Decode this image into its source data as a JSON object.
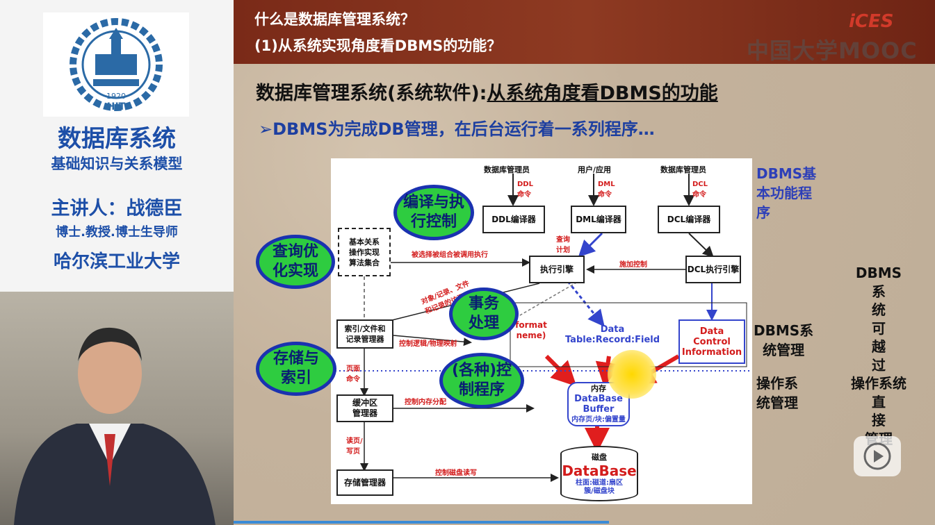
{
  "sidebar": {
    "course_title": "数据库系统",
    "course_subtitle": "基础知识与关系模型",
    "lecturer": "主讲人：战德臣",
    "lecturer_title": "博士.教授.博士生导师",
    "university": "哈尔滨工业大学",
    "logo_year": "1920",
    "logo_text": "HIT"
  },
  "slide": {
    "header_line1": "什么是数据库管理系统？",
    "header_line2": "(1)从系统实现角度看DBMS的功能？",
    "brand": "中国大学MOOC",
    "logo_text": "iCES",
    "title_main": "数据库管理系统(系统软件):",
    "title_underlined": "从系统角度看DBMS的功能",
    "bullet": "➢DBMS为完成DB管理，在后台运行着一系列程序…"
  },
  "diagram": {
    "actors": [
      "数据库管理员",
      "用户/应用",
      "数据库管理员"
    ],
    "commands": [
      "DDL\n命令",
      "DML\n命令",
      "DCL\n命令"
    ],
    "compilers": [
      "DDL编译器",
      "DML编译器",
      "DCL编译器"
    ],
    "algo_box": "基本关系\n操作实现\n算法集合",
    "exec_engine": "执行引擎",
    "dcl_exec": "DCL执行引擎",
    "index_mgr": "索引/文件和\n记录管理器",
    "buffer_mgr": "缓冲区\n管理器",
    "storage_mgr": "存储管理器",
    "data_table": "Data\nTable:Record:Field",
    "format": "format\nneme)",
    "data_control": "Data\nControl\nInformation",
    "memory": "内存",
    "db_buffer": "DataBase\nBuffer",
    "mem_page": "内存页/块:偏置量",
    "disk": "磁盘",
    "database": "DataBase",
    "disk_detail": "柱面:磁道:扇区\n簇/磁盘块",
    "red_labels": {
      "selected": "被选择被组合被调用执行",
      "query_plan": "查询\n计划",
      "apply_control": "施加控制",
      "map_logic": "控制逻辑/物理映射",
      "page_cmd": "页面\n命令",
      "mem_alloc": "控制内存分配",
      "read_write": "读页/\n写页",
      "disk_rw": "控制磁盘读写",
      "obj_file": "对象/记录、文件\n和记录的访问"
    }
  },
  "ovals": {
    "compile": "编译与执\n行控制",
    "query": "查询优\n化实现",
    "transaction": "事务\n处理",
    "storage": "存储与\n索引",
    "control": "(各种)控\n制程序"
  },
  "right_labels": {
    "dbms_basic": "DBMS基\n本功能程\n序",
    "dbms_sys": "DBMS系\n统管理",
    "os_mgmt": "操作系\n统管理",
    "direct": "DBMS\n系\n统\n可\n越\n过\n操作系统\n直\n接\n管理"
  }
}
